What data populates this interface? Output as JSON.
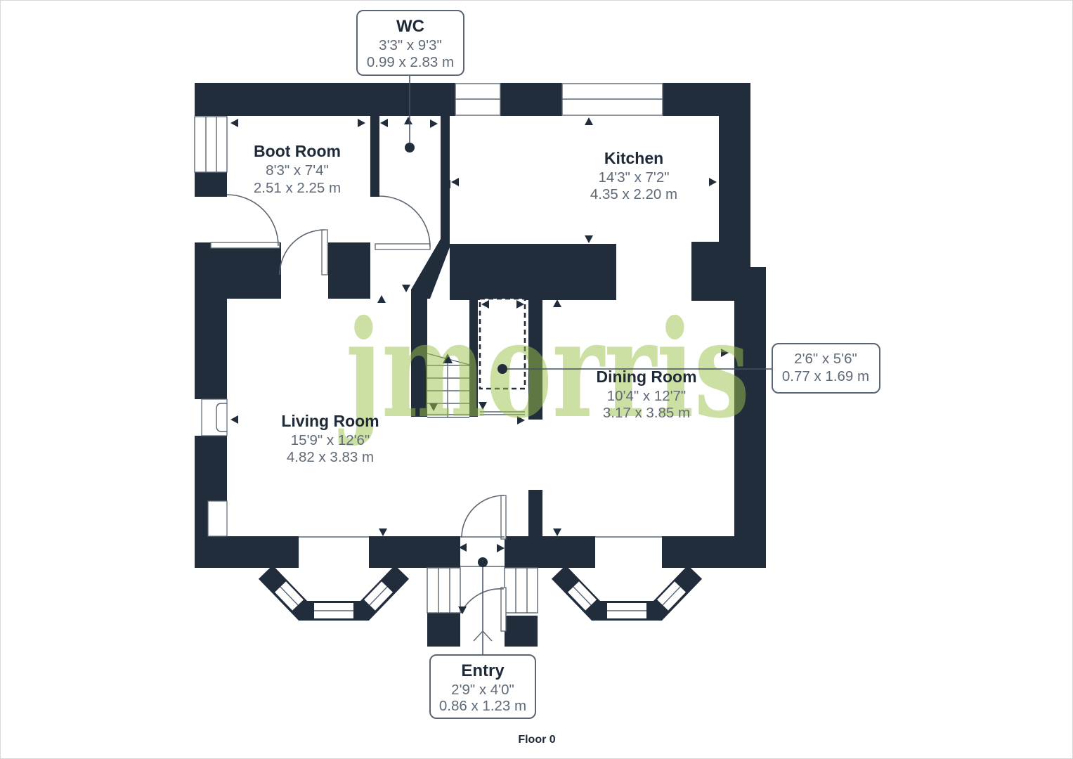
{
  "page": {
    "floor_label": "Floor 0",
    "watermark": "jmorris"
  },
  "colors": {
    "wall": "#222d3b",
    "room_name_text": "#1f2a38",
    "dimension_text": "#5f6a77",
    "callout_border": "#5c6672",
    "watermark_green": "#c8dd9b",
    "background": "#ffffff"
  },
  "rooms": [
    {
      "id": "boot-room",
      "name": "Boot Room",
      "imperial": "8'3\" x 7'4\"",
      "metric": "2.51 x 2.25 m"
    },
    {
      "id": "kitchen",
      "name": "Kitchen",
      "imperial": "14'3\" x 7'2\"",
      "metric": "4.35 x 2.20 m"
    },
    {
      "id": "living-room",
      "name": "Living Room",
      "imperial": "15'9\" x 12'6\"",
      "metric": "4.82 x 3.83 m"
    },
    {
      "id": "dining-room",
      "name": "Dining Room",
      "imperial": "10'4\" x 12'7\"",
      "metric": "3.17 x 3.85 m"
    }
  ],
  "callouts": [
    {
      "id": "wc",
      "name": "WC",
      "imperial": "3'3\" x 9'3\"",
      "metric": "0.99 x 2.83 m"
    },
    {
      "id": "entry",
      "name": "Entry",
      "imperial": "2'9\" x 4'0\"",
      "metric": "0.86 x 1.23 m"
    },
    {
      "id": "side-dimension",
      "name": "",
      "imperial": "2'6\" x 5'6\"",
      "metric": "0.77 x 1.69 m"
    }
  ]
}
